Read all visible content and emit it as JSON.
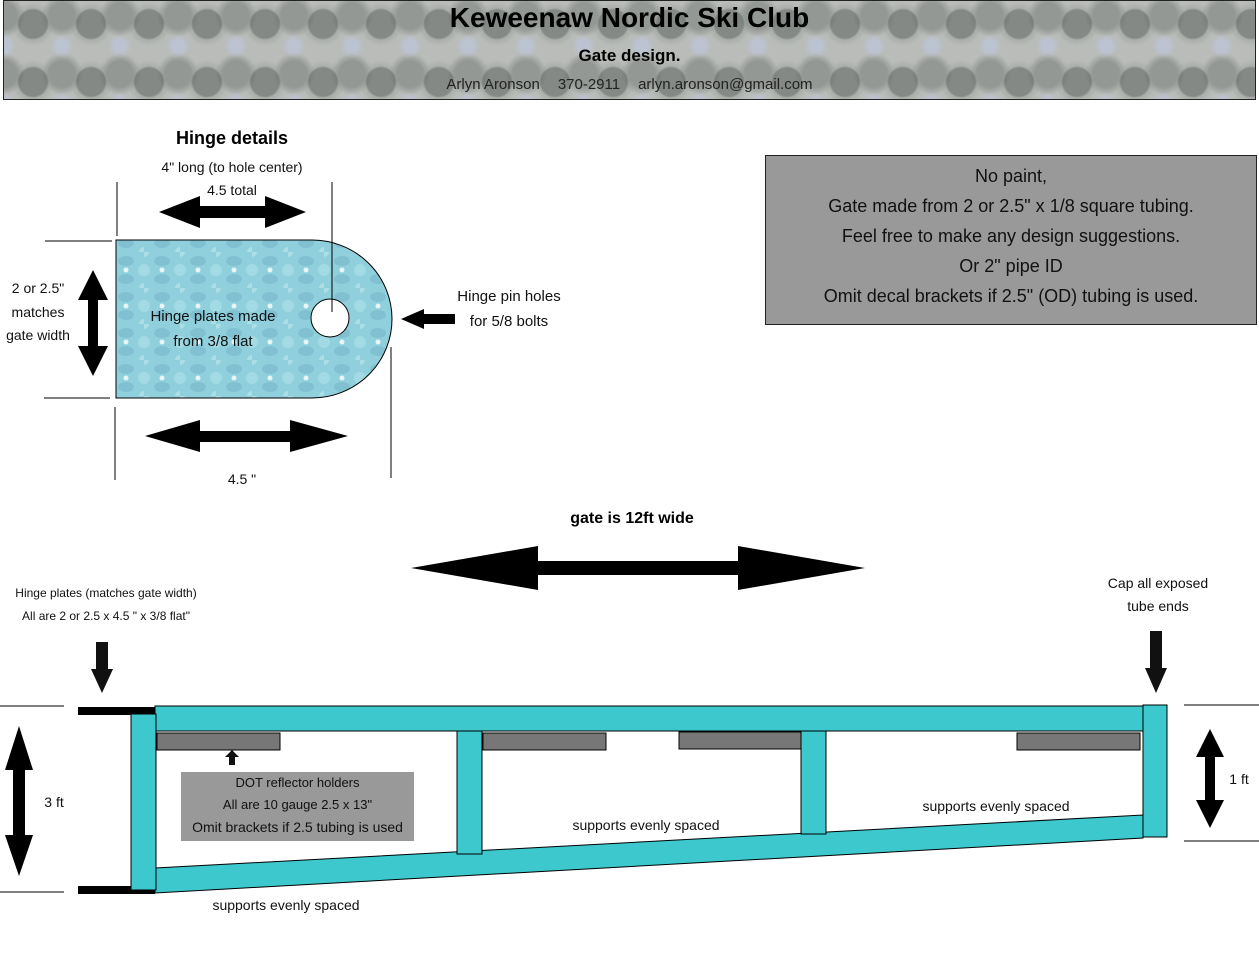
{
  "header": {
    "title": "Keweenaw Nordic Ski Club",
    "subtitle": "Gate design.",
    "contact_name": "Arlyn Aronson",
    "contact_phone": "370-2911",
    "contact_email": "arlyn.aronson@gmail.com"
  },
  "hinge": {
    "heading": "Hinge details",
    "length_label": "4\" long (to hole center)",
    "total_label": "4.5 total",
    "width_label_lines": [
      "2 or 2.5\"",
      "matches",
      "gate width"
    ],
    "plate_label_lines": [
      "Hinge plates made",
      "from 3/8 flat"
    ],
    "pin_hole_label_lines": [
      "Hinge pin holes",
      "for 5/8 bolts"
    ],
    "bottom_dimension": "4.5 \""
  },
  "notes": {
    "lines": [
      "No paint,",
      "Gate made from 2 or 2.5\" x 1/8 square tubing.",
      "Feel free to make any design suggestions.",
      "Or 2\" pipe ID",
      "Omit decal brackets if 2.5\" (OD) tubing is used."
    ]
  },
  "gate": {
    "width_label": "gate is 12ft wide",
    "hinge_plates_label_lines": [
      "Hinge plates (matches gate width)",
      "All are 2 or 2.5  x 4.5 \" x 3/8 flat\""
    ],
    "cap_label_lines": [
      "Cap all exposed",
      "tube ends"
    ],
    "left_height": "3 ft",
    "right_height": "1 ft",
    "dot_box_lines": [
      "DOT reflector holders",
      "All are 10 gauge 2.5 x 13\"",
      "Omit brackets if 2.5 tubing is used"
    ],
    "supports_labels": [
      "supports evenly spaced",
      "supports evenly spaced",
      "supports evenly spaced"
    ]
  },
  "colors": {
    "tubing": "#3cc8cc",
    "bracket": "#777777",
    "note_box": "#999999",
    "plate": "#8fd0dc"
  }
}
